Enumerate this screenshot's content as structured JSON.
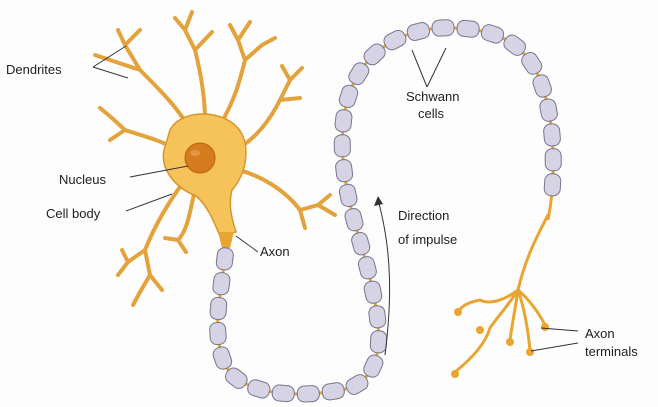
{
  "labels": {
    "dendrites": "Dendrites",
    "nucleus": "Nucleus",
    "cell_body": "Cell body",
    "axon": "Axon",
    "schwann_line1": "Schwann",
    "schwann_line2": "cells",
    "direction_line1": "Direction",
    "direction_line2": "of impulse",
    "terminals_line1": "Axon",
    "terminals_line2": "terminals"
  },
  "colors": {
    "cell_fill": "#f6c35a",
    "cell_edge": "#d6962a",
    "nucleus": "#d57d1e",
    "myelin": "#d6d4e4",
    "myelin_edge": "#77758c",
    "axon": "#e9a531"
  }
}
